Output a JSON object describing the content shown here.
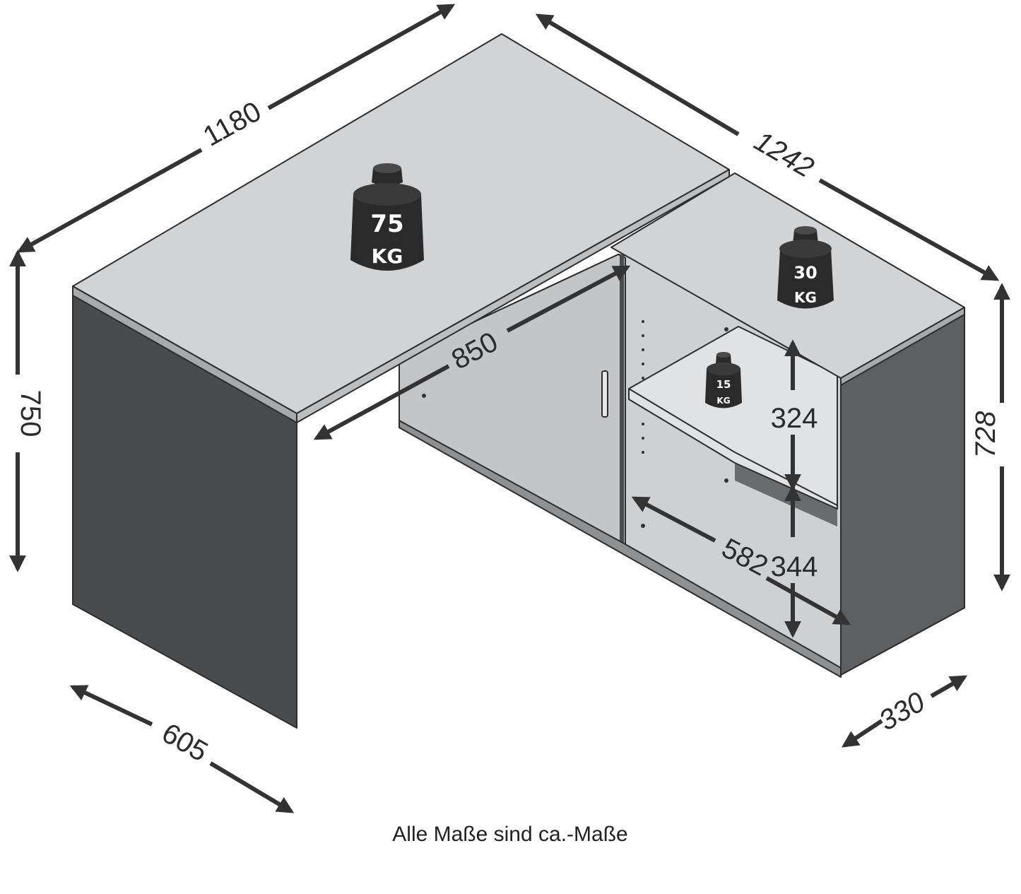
{
  "dimensions": {
    "desk_width": "1180",
    "total_width": "1242",
    "desk_height": "750",
    "cabinet_height": "728",
    "desk_depth": "605",
    "cabinet_depth": "330",
    "legroom_width": "850",
    "upper_compartment_height": "324",
    "lower_compartment_height": "344",
    "compartment_width": "582"
  },
  "weights": {
    "desk_top": {
      "value": "75",
      "unit": "KG"
    },
    "cabinet_top": {
      "value": "30",
      "unit": "KG"
    },
    "shelf": {
      "value": "15",
      "unit": "KG"
    }
  },
  "caption": "Alle Maße sind ca.-Maße",
  "colors": {
    "top_surface": "#d2d3d5",
    "side_panel": "#5e5f61",
    "dark_panel": "#4a4b4d",
    "cabinet_interior": "#cfd0d2",
    "outline": "#2d2d2d",
    "arrow": "#333333",
    "weight_icon": "#2a2a2a"
  }
}
